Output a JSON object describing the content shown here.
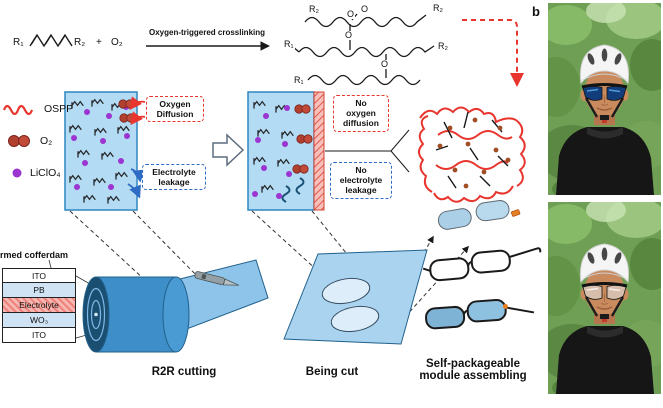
{
  "figure": {
    "panel_label": "b"
  },
  "reaction": {
    "reactant_r1": "R₁",
    "reactant_r2": "R₂",
    "plus": "+",
    "oxygen": "O₂",
    "arrow_label": "Oxygen-triggered crosslinking",
    "product_labels": [
      {
        "t": "R₂"
      },
      {
        "t": "O"
      },
      {
        "t": "O"
      },
      {
        "t": "R₂"
      },
      {
        "t": "R₁"
      },
      {
        "t": "O"
      },
      {
        "t": "R₂"
      },
      {
        "t": "R₁"
      },
      {
        "t": "O"
      }
    ]
  },
  "legend": {
    "items": [
      {
        "label": "OSPP",
        "icon": "red-squiggle-polymer"
      },
      {
        "label": "O₂",
        "icon": "red-oxygen-dimer"
      },
      {
        "label": "LiClO₄",
        "icon": "purple-dot"
      }
    ]
  },
  "callouts": {
    "oxygen_diffusion": "Oxygen\nDiffusion",
    "electrolyte_leakage": "Electrolyte\nleakage",
    "no_oxygen_diffusion": "No\noxygen\ndiffusion",
    "no_electrolyte_leakage": "No\nelectrolyte\nleakage"
  },
  "device_stack": {
    "label": "rmed cofferdam",
    "layers": [
      {
        "name": "ITO"
      },
      {
        "name": "PB"
      },
      {
        "name": "Electrolyte"
      },
      {
        "name": "WO₃"
      },
      {
        "name": "ITO"
      }
    ]
  },
  "captions": {
    "r2r_cutting": "R2R cutting",
    "being_cut": "Being cut",
    "module_assembling": "Self-packageable\nmodule assembling"
  },
  "colors": {
    "accent_red": "#e8352e",
    "accent_blue": "#2e6bc4",
    "electrolyte_block": "#b3dcf4",
    "crosslinked_skin_pink": "#f8c0ba",
    "liclo4_purple": "#9b34d0",
    "o2_red": "#b2402f",
    "tinted_lens": "#123d7a"
  }
}
